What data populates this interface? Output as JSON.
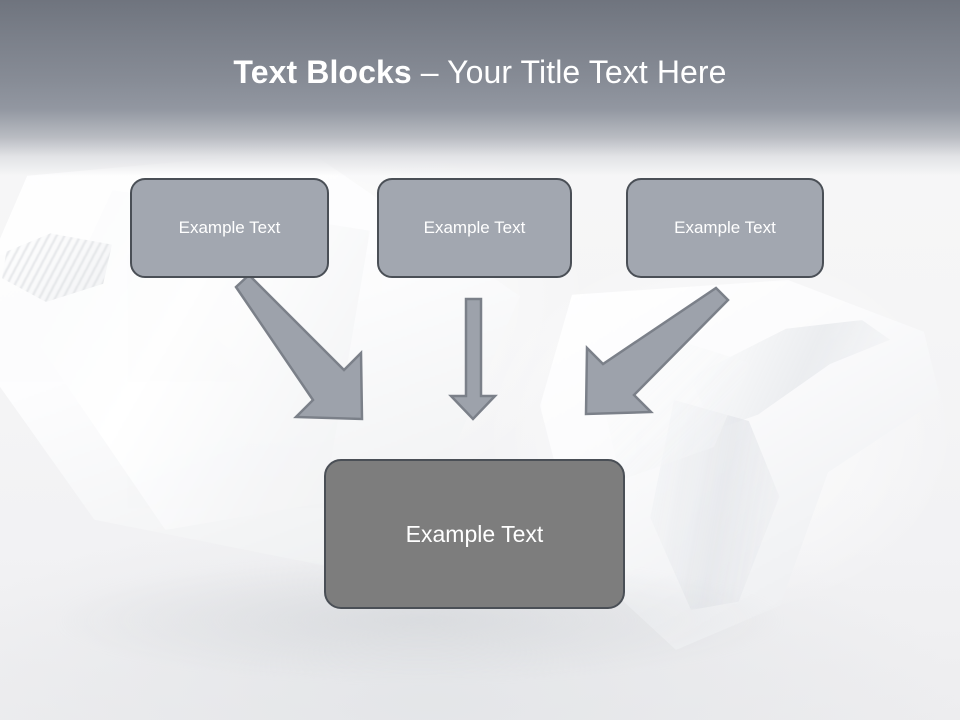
{
  "slide": {
    "title": {
      "strong": "Text Blocks",
      "separator": " – ",
      "normal": "Your Title Text Here",
      "full": "Text Blocks – Your Title Text Here"
    },
    "colors": {
      "header_gradient_top": "#6f747e",
      "header_gradient_bottom": "#e2e3e6",
      "title_text": "#ffffff",
      "top_box_fill": "#a2a7b0",
      "bottom_box_fill": "#7d7d7d",
      "box_border": "#4a4f56",
      "box_text": "#ffffff",
      "arrow_fill": "#9da2ab",
      "arrow_stroke": "#7b8089",
      "background": "#f4f4f5"
    }
  },
  "diagram": {
    "type": "flow",
    "top_boxes": [
      {
        "id": "box-top-1",
        "label": "Example Text"
      },
      {
        "id": "box-top-2",
        "label": "Example Text"
      },
      {
        "id": "box-top-3",
        "label": "Example Text"
      }
    ],
    "bottom_box": {
      "id": "box-bottom",
      "label": "Example Text"
    },
    "arrows": [
      {
        "id": "arrow-left",
        "icon": "arrow-down-right-icon",
        "from": "box-top-1",
        "to": "bottom_box",
        "direction": "down-right"
      },
      {
        "id": "arrow-middle",
        "icon": "arrow-down-icon",
        "from": "box-top-2",
        "to": "bottom_box",
        "direction": "down"
      },
      {
        "id": "arrow-right",
        "icon": "arrow-down-left-icon",
        "from": "box-top-3",
        "to": "bottom_box",
        "direction": "down-left"
      }
    ]
  }
}
